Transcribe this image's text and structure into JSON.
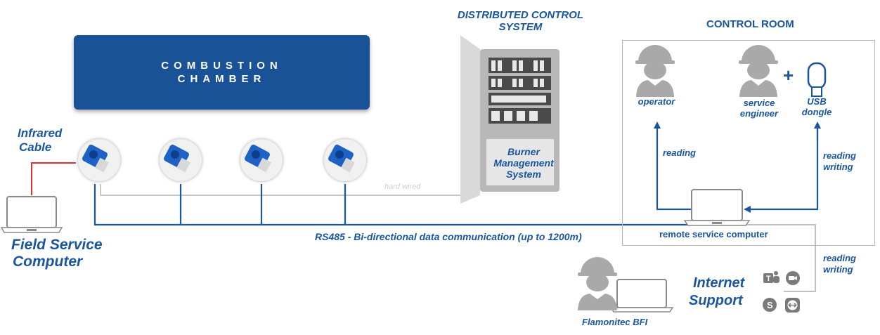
{
  "chamber": {
    "line1": "COMBUSTION",
    "line2": "CHAMBER"
  },
  "dcs": {
    "title_line1": "DISTRIBUTED CONTROL",
    "title_line2": "SYSTEM"
  },
  "bms": {
    "line1": "Burner",
    "line2": "Management",
    "line3": "System"
  },
  "control_room": {
    "title": "CONTROL ROOM",
    "operator": "operator",
    "service_engineer_line1": "service",
    "service_engineer_line2": "engineer",
    "plus": "+",
    "usb_line1": "USB",
    "usb_line2": "dongle",
    "reading_left": "reading",
    "reading_right": "reading",
    "writing_right": "writing",
    "remote_computer": "remote service computer"
  },
  "field": {
    "infrared_line1": "Infrared",
    "infrared_line2": "Cable",
    "computer_line1": "Field Service",
    "computer_line2": "Computer"
  },
  "wiring": {
    "hard_wired": "hard wired",
    "rs485": "RS485 - Bi-directional data communication (up to 1200m)",
    "reading_lower": "reading",
    "writing_lower": "writing"
  },
  "support": {
    "internet_line1": "Internet",
    "internet_line2": "Support",
    "flamonitec": "Flamonitec BFI",
    "app_icons": [
      "teams-icon",
      "zoom-icon",
      "skype-icon",
      "teamviewer-icon"
    ]
  },
  "colors": {
    "accent": "#1a56a0",
    "chamber": "#1a5298",
    "infrared_cable": "#e03030",
    "hard_wire": "#c8c8c8",
    "person_gray": "#a9a9a9"
  }
}
